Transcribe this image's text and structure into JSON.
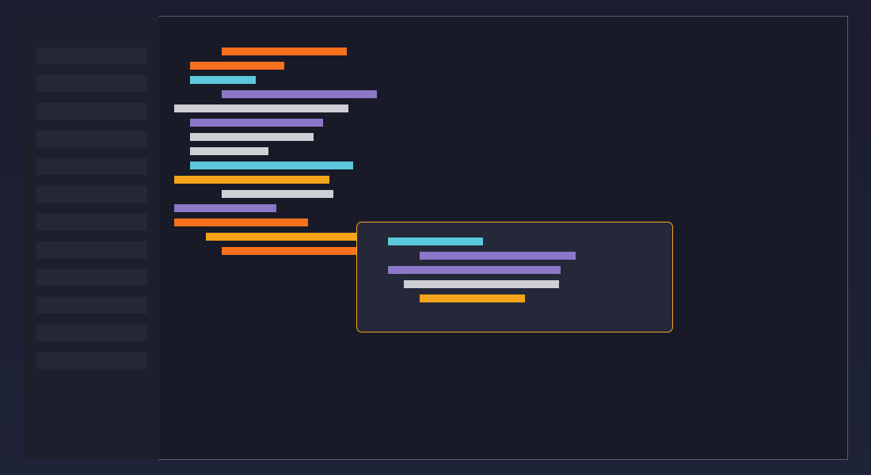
{
  "colors": {
    "orange": "#f7701d",
    "amber": "#f5a31b",
    "cyan": "#5bc8dc",
    "purple": "#8b78c8",
    "gray": "#cfcfd6",
    "popup_border": "#f4a623",
    "editor_bg": "#191a28",
    "sidebar_bg": "#1d1f2d",
    "sidebar_item": "#242836"
  },
  "sidebar": {
    "item_count": 12
  },
  "editor": {
    "lines": [
      {
        "color": "orange"
      },
      {
        "color": "orange"
      },
      {
        "color": "cyan"
      },
      {
        "color": "purple"
      },
      {
        "color": "gray"
      },
      {
        "color": "purple"
      },
      {
        "color": "gray"
      },
      {
        "color": "gray"
      },
      {
        "color": "cyan"
      },
      {
        "color": "amber"
      },
      {
        "color": "gray"
      },
      {
        "color": "purple"
      },
      {
        "color": "orange"
      },
      {
        "color": "amber"
      },
      {
        "color": "orange"
      }
    ]
  },
  "popup": {
    "lines": [
      {
        "color": "cyan"
      },
      {
        "color": "purple"
      },
      {
        "color": "purple"
      },
      {
        "color": "gray"
      },
      {
        "color": "amber"
      }
    ]
  }
}
